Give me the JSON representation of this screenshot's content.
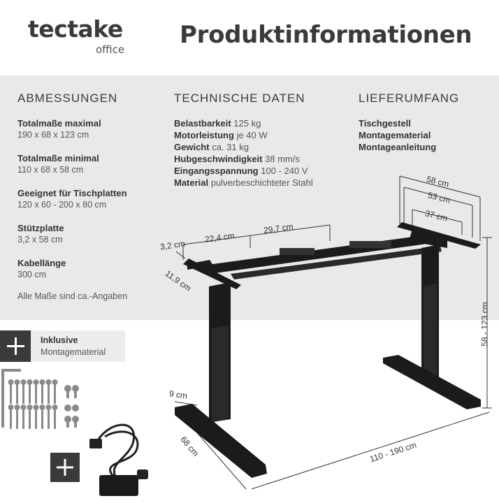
{
  "brand": {
    "name": "tectake",
    "sub": "office"
  },
  "title": "Produktinformationen",
  "columns": {
    "dimensions": "ABMESSUNGEN",
    "technical": "TECHNISCHE DATEN",
    "scope": "LIEFERUMFANG"
  },
  "dimensions": [
    {
      "label": "Totalmaße maximal",
      "value": "190 x 68 x 123 cm"
    },
    {
      "label": "Totalmaße minimal",
      "value": "110 x 68 x 58 cm"
    },
    {
      "label": "Geeignet für Tischplatten",
      "value": "120 x 60 - 200 x 80 cm"
    },
    {
      "label": "Stützplatte",
      "value": "3,2 x 58 cm"
    },
    {
      "label": "Kabellänge",
      "value": "300 cm"
    }
  ],
  "note": "Alle Maße sind ca.-Angaben",
  "specs": [
    {
      "key": "Belastbarkeit",
      "value": "125 kg"
    },
    {
      "key": "Motorleistung",
      "value": "je 40 W"
    },
    {
      "key": "Gewicht",
      "value": "ca. 31 kg"
    },
    {
      "key": "Hubgeschwindigkeit",
      "value": "38 mm/s"
    },
    {
      "key": "Eingangsspannung",
      "value": "100 - 240 V"
    },
    {
      "key": "Material",
      "value": "pulverbeschichteter Stahl"
    }
  ],
  "scope": [
    "Tischgestell",
    "Montagematerial",
    "Montageanleitung"
  ],
  "included": {
    "title": "Inklusive",
    "subtitle": "Montagematerial"
  },
  "dims": {
    "top_58": "58 cm",
    "top_53": "53 cm",
    "top_37": "37 cm",
    "w_224": "22,4 cm",
    "w_297": "29,7 cm",
    "h_32": "3,2 cm",
    "d_119": "11,9 cm",
    "height": "58 - 123 cm",
    "foot_9": "9 cm",
    "foot_68": "68 cm",
    "width": "110 - 190 cm"
  }
}
